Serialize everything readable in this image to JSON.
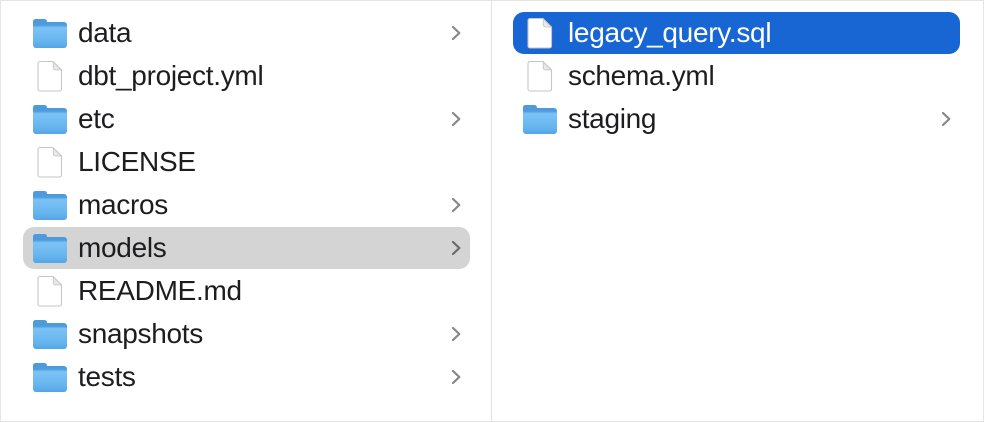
{
  "view": "finder-column-browser",
  "colors": {
    "background": "#ffffff",
    "border": "#e5e5e5",
    "divider": "#e1e1e1",
    "selection_blue": "#1766d4",
    "selection_gray": "#d4d4d4",
    "text": "#1d1d1f",
    "text_selected": "#ffffff",
    "chevron": "#878787",
    "chevron_on_gray": "#696969",
    "folder_tab": "#4d9bdd",
    "folder_top": "#7cc3f6",
    "folder_bottom": "#54a5e6"
  },
  "columns": [
    {
      "name": "parent",
      "items": [
        {
          "label": "data",
          "type": "folder",
          "has_chevron": true,
          "selected": "none"
        },
        {
          "label": "dbt_project.yml",
          "type": "file",
          "has_chevron": false,
          "selected": "none"
        },
        {
          "label": "etc",
          "type": "folder",
          "has_chevron": true,
          "selected": "none"
        },
        {
          "label": "LICENSE",
          "type": "file",
          "has_chevron": false,
          "selected": "none"
        },
        {
          "label": "macros",
          "type": "folder",
          "has_chevron": true,
          "selected": "none"
        },
        {
          "label": "models",
          "type": "folder",
          "has_chevron": true,
          "selected": "gray"
        },
        {
          "label": "README.md",
          "type": "file",
          "has_chevron": false,
          "selected": "none"
        },
        {
          "label": "snapshots",
          "type": "folder",
          "has_chevron": true,
          "selected": "none"
        },
        {
          "label": "tests",
          "type": "folder",
          "has_chevron": true,
          "selected": "none"
        }
      ]
    },
    {
      "name": "child",
      "items": [
        {
          "label": "legacy_query.sql",
          "type": "file",
          "has_chevron": false,
          "selected": "blue"
        },
        {
          "label": "schema.yml",
          "type": "file",
          "has_chevron": false,
          "selected": "none"
        },
        {
          "label": "staging",
          "type": "folder",
          "has_chevron": true,
          "selected": "none"
        }
      ]
    }
  ],
  "icons": {
    "folder": "folder-icon",
    "file": "document-icon",
    "chevron": "chevron-right-icon"
  }
}
